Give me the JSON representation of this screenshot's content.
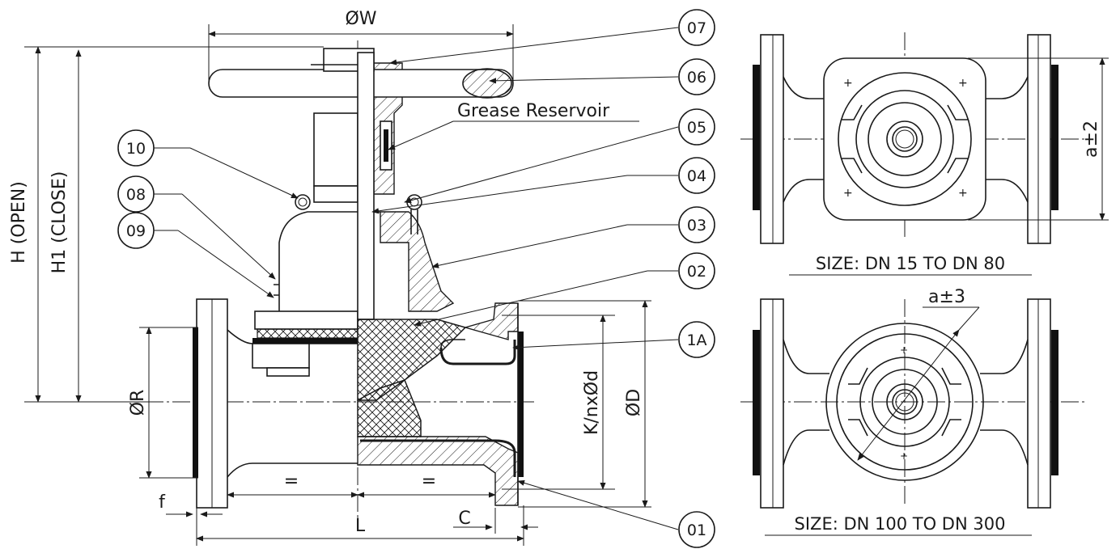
{
  "title": "",
  "dimensions": {
    "overall_width": "ØW",
    "height_open": "H (OPEN)",
    "height_close": "H1 (CLOSE)",
    "diameter_r": "ØR",
    "flange_thickness": "f",
    "face_to_face": "L",
    "equal_left": "=",
    "equal_right": "=",
    "liner_c": "C",
    "bolt_circle": "K/nxØd",
    "flange_od": "ØD",
    "a_small": "a±2",
    "a_large": "a±3"
  },
  "annotation": "Grease Reservoir",
  "callouts": [
    "07",
    "06",
    "05",
    "04",
    "03",
    "02",
    "1A",
    "01",
    "10",
    "08",
    "09"
  ],
  "captions": {
    "small_view": "SIZE: DN 15 TO DN 80",
    "large_view": "SIZE: DN 100 TO DN 300"
  }
}
